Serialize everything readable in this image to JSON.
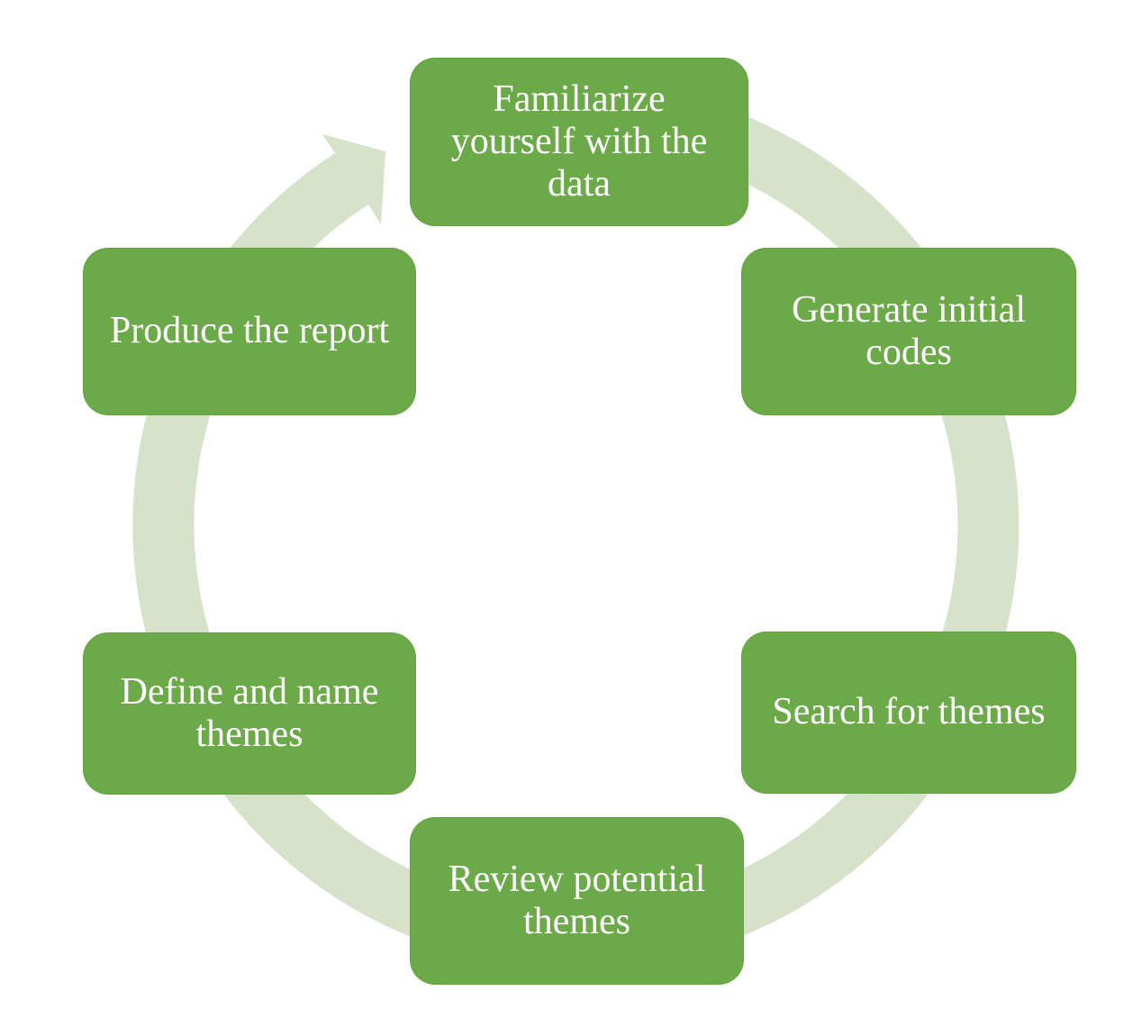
{
  "diagram": {
    "type": "cycle",
    "direction": "clockwise",
    "steps": [
      {
        "label": "Familiarize yourself with the data",
        "position": "top"
      },
      {
        "label": "Generate initial codes",
        "position": "top-right"
      },
      {
        "label": "Search for themes",
        "position": "bottom-right"
      },
      {
        "label": "Review potential themes",
        "position": "bottom"
      },
      {
        "label": "Define and name themes",
        "position": "bottom-left"
      },
      {
        "label": "Produce the report",
        "position": "top-left"
      }
    ],
    "arrow": {
      "shape": "circular-ring",
      "head_position": "top-left",
      "points_toward": "Familiarize yourself with the data"
    },
    "colors": {
      "box_fill": "#6CA948",
      "box_text": "#FFFFFF",
      "arrow_ring": "#D6E2CA",
      "background": "#FFFFFF"
    }
  }
}
